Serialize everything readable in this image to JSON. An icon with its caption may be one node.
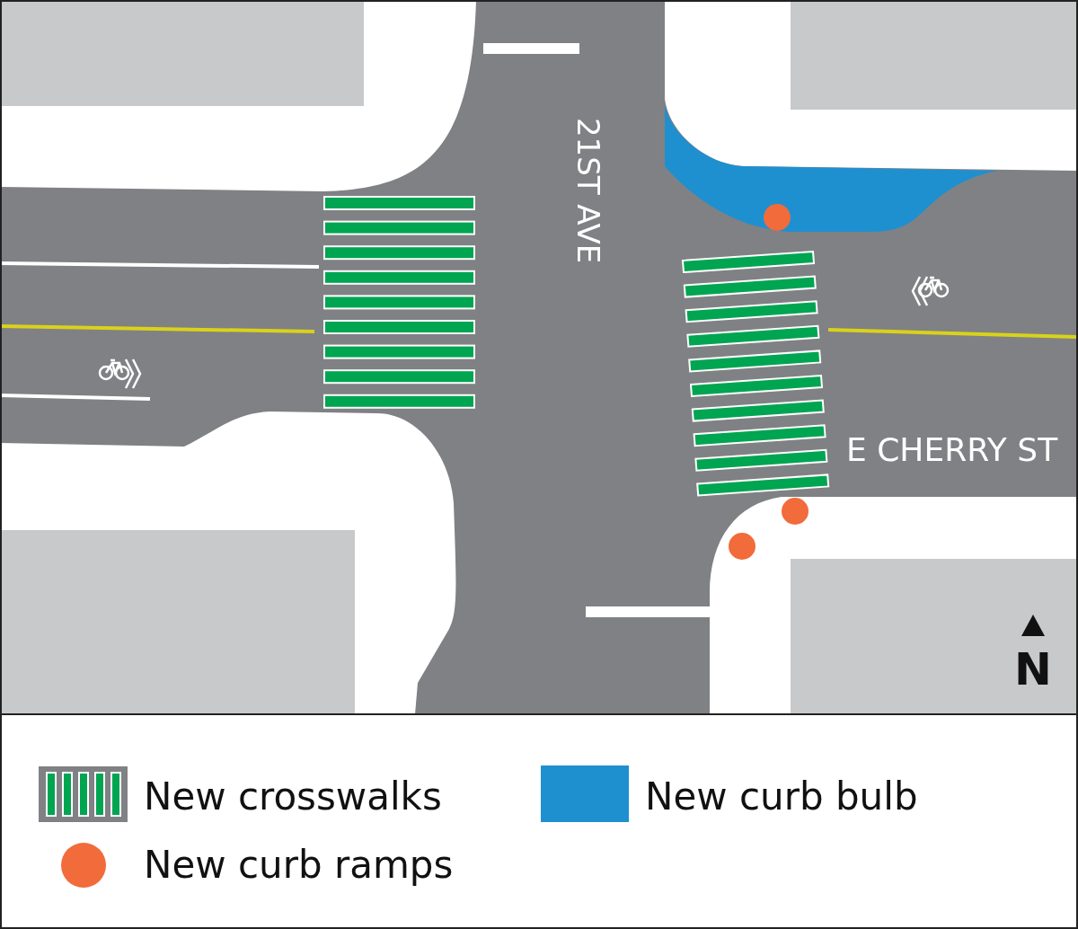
{
  "diagram": {
    "labels": [
      "21ST AVE",
      "E CHERRY ST",
      "N"
    ],
    "legend": [
      {
        "text": "New crosswalks"
      },
      {
        "text": "New curb bulb",
        "color": "#1e90d0"
      },
      {
        "text": "New curb ramps",
        "color": "#f26b3a"
      }
    ]
  }
}
